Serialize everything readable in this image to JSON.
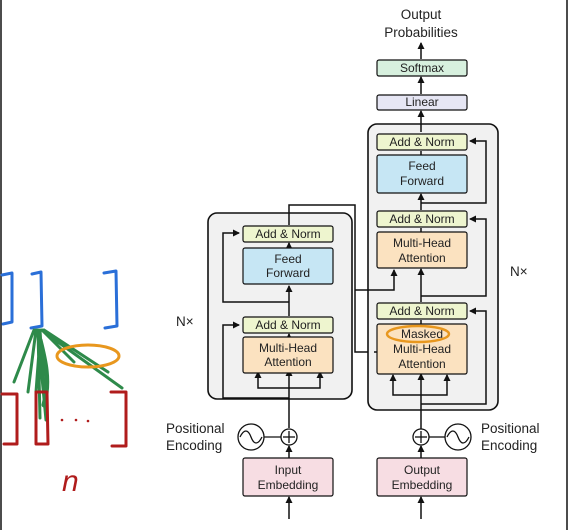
{
  "output": {
    "line1": "Output",
    "line2": "Probabilities"
  },
  "decoder": {
    "softmax": "Softmax",
    "linear": "Linear",
    "add_norm_top": "Add & Norm",
    "ff_line1": "Feed",
    "ff_line2": "Forward",
    "add_norm_mid": "Add & Norm",
    "mha_line1": "Multi-Head",
    "mha_line2": "Attention",
    "add_norm_bottom": "Add & Norm",
    "masked_line1": "Masked",
    "masked_line2": "Multi-Head",
    "masked_line3": "Attention",
    "nx": "N×",
    "embedding_line1": "Output",
    "embedding_line2": "Embedding",
    "pos_line1": "Positional",
    "pos_line2": "Encoding"
  },
  "encoder": {
    "add_norm_top": "Add & Norm",
    "ff_line1": "Feed",
    "ff_line2": "Forward",
    "add_norm_bottom": "Add & Norm",
    "mha_line1": "Multi-Head",
    "mha_line2": "Attention",
    "nx": "N×",
    "embedding_line1": "Input",
    "embedding_line2": "Embedding",
    "pos_line1": "Positional",
    "pos_line2": "Encoding"
  },
  "annotation": {
    "letter": "n"
  },
  "colors": {
    "add_norm": "#eef5cf",
    "feed_forward": "#c6e6f4",
    "attention": "#fbe2c0",
    "embedding": "#f7dde3",
    "linear": "#e6e6f4",
    "softmax": "#d7f0de",
    "stack_bg": "#f1f1f1",
    "ink_red": "#b01c1c",
    "ink_blue": "#2a6fd8",
    "ink_green": "#2e8a4a",
    "ink_orange": "#e8971e"
  }
}
